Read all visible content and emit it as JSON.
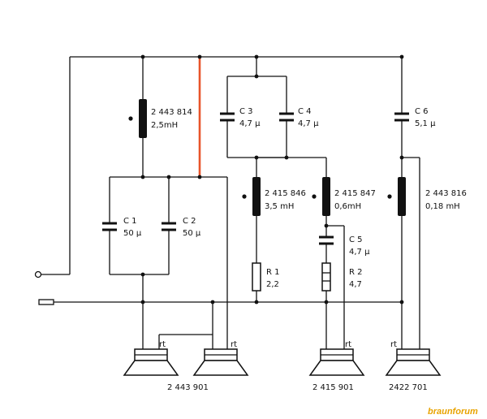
{
  "components": {
    "l1": {
      "part": "2 443 814",
      "value": "2,5mH"
    },
    "l2": {
      "part": "2 415 846",
      "value": "3,5 mH"
    },
    "l3": {
      "part": "2 415 847",
      "value": "0,6mH"
    },
    "l4": {
      "part": "2 443 816",
      "value": "0,18 mH"
    },
    "c1": {
      "ref": "C 1",
      "value": "50 µ"
    },
    "c2": {
      "ref": "C 2",
      "value": "50 µ"
    },
    "c3": {
      "ref": "C 3",
      "value": "4,7 µ"
    },
    "c4": {
      "ref": "C 4",
      "value": "4,7 µ"
    },
    "c5": {
      "ref": "C 5",
      "value": "4,7 µ"
    },
    "c6": {
      "ref": "C 6",
      "value": "5,1 µ"
    },
    "r1": {
      "ref": "R 1",
      "value": "2,2"
    },
    "r2": {
      "ref": "R 2",
      "value": "4,7"
    }
  },
  "speakers": {
    "woofer_label": "2 443 901",
    "mid_label": "2 415 901",
    "tweeter_label": "2422 701",
    "terminal_mark": "rt"
  },
  "watermark": "braunforum",
  "colors": {
    "wire": "#111111",
    "highlight": "#e8542a",
    "watermark": "#e8a300"
  }
}
